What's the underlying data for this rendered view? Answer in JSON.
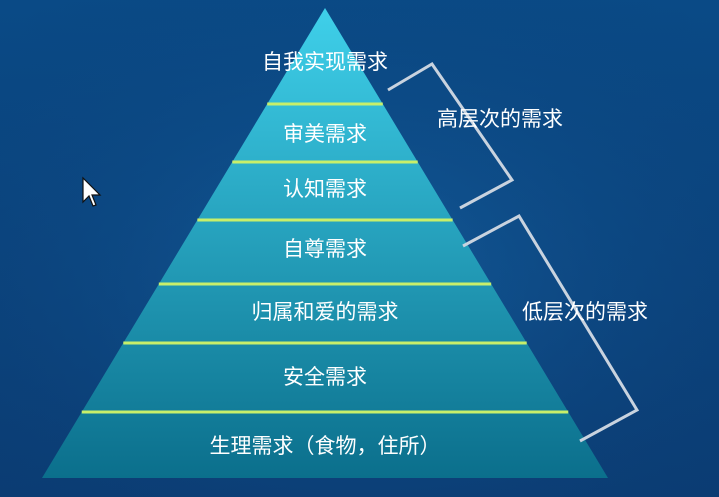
{
  "pyramid": {
    "layers": [
      {
        "label": "自我实现需求"
      },
      {
        "label": "审美需求"
      },
      {
        "label": "认知需求"
      },
      {
        "label": "自尊需求"
      },
      {
        "label": "归属和爱的需求"
      },
      {
        "label": "安全需求"
      },
      {
        "label": "生理需求（食物，住所）"
      }
    ]
  },
  "groups": {
    "high": {
      "label": "高层次的需求"
    },
    "low": {
      "label": "低层次的需求"
    }
  },
  "colors": {
    "background_top": "#0a4a86",
    "background_bottom": "#0b3c73",
    "pyramid_top": "#3fd0ea",
    "pyramid_bottom": "#0b6f8c",
    "divider": "#c8ef6a",
    "bracket": "#c9d3df",
    "text": "#ffffff"
  }
}
